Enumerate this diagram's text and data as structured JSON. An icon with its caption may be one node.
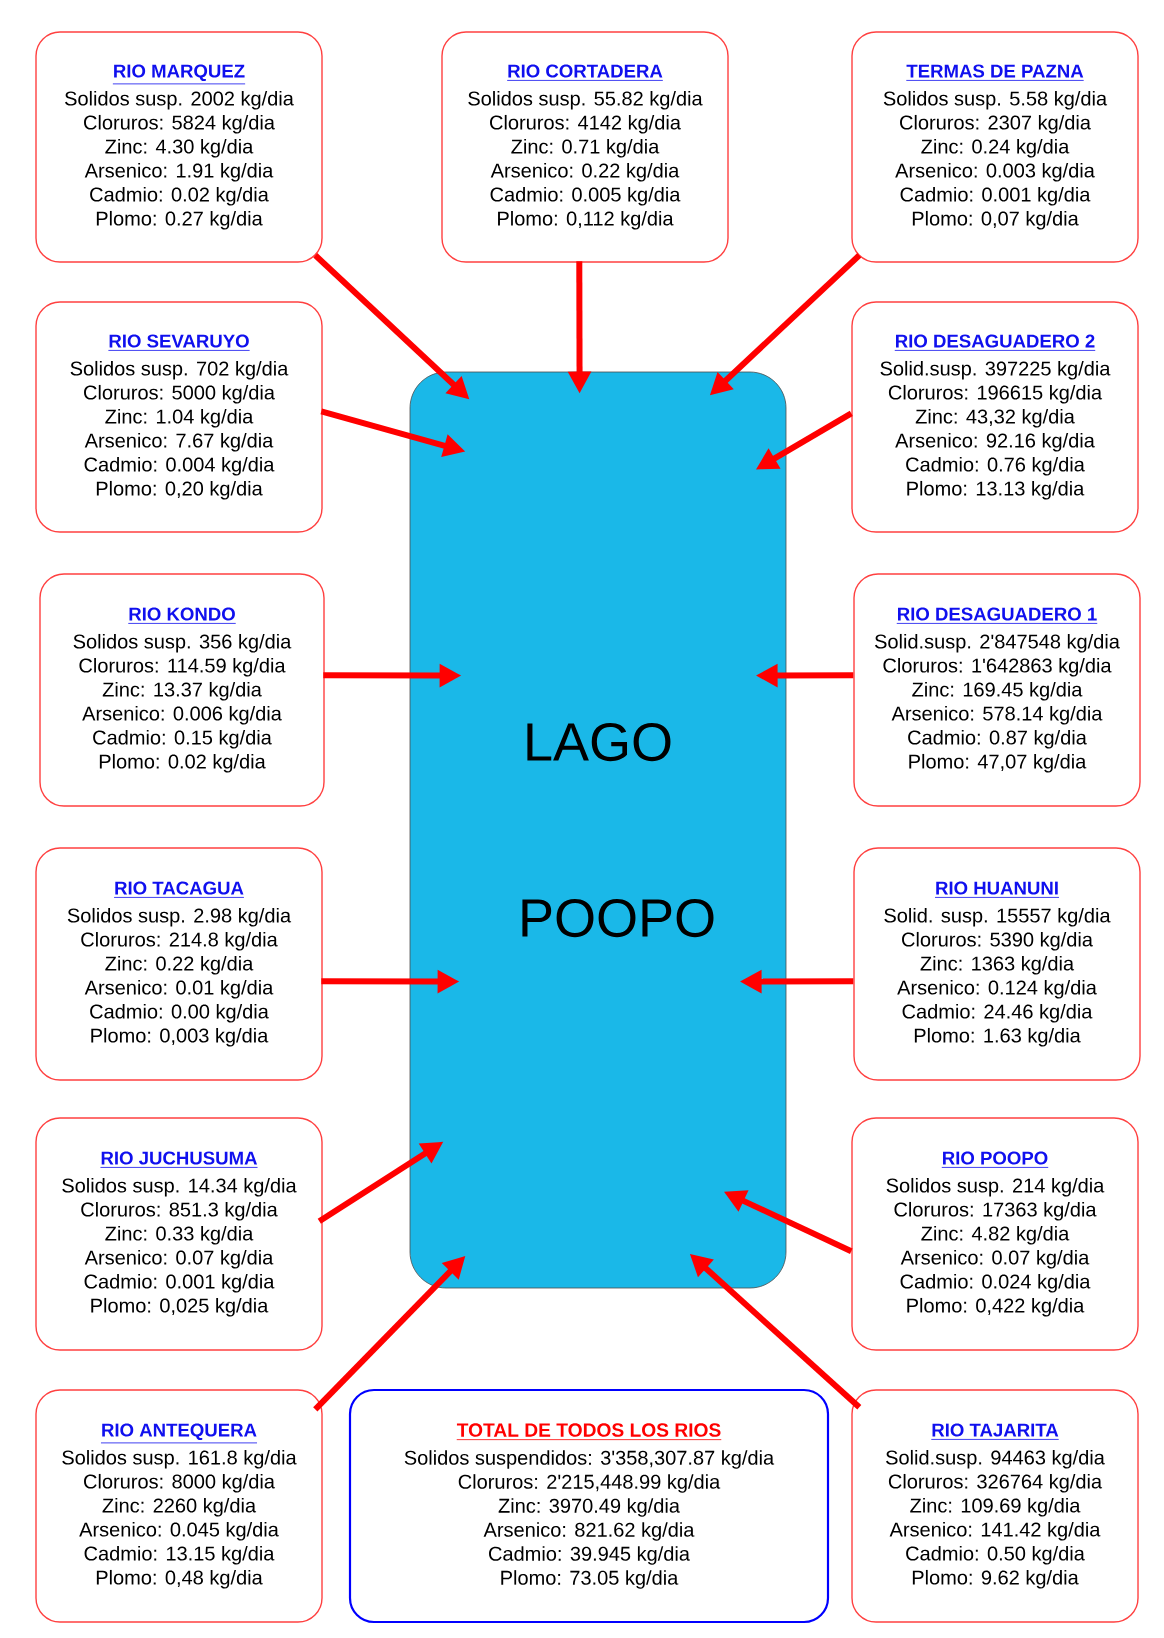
{
  "diagram": {
    "nodes": [
      {
        "text": [
          "RIO MARQUEZ",
          "Solidos susp. 2002 kg/dia",
          "Cloruros: 5824 kg/dia",
          "Zinc: 4.30 kg/dia",
          "Arsenico: 1.91 kg/dia",
          "Cadmio: 0.02 kg/dia",
          "Plomo: 0.27 kg/dia"
        ]
      },
      {
        "text": [
          "RIO CORTADERA",
          "Solidos susp. 55.82 kg/dia",
          "Cloruros: 4142 kg/dia",
          "Zinc: 0.71 kg/dia",
          "Arsenico: 0.22 kg/dia",
          "Cadmio: 0.005 kg/dia",
          "Plomo: 0,112 kg/dia"
        ]
      },
      {
        "text": [
          "TERMAS DE PAZNA",
          "Solidos susp. 5.58 kg/dia",
          "Cloruros: 2307 kg/dia",
          "Zinc: 0.24 kg/dia",
          "Arsenico: 0.003 kg/dia",
          "Cadmio: 0.001 kg/dia",
          "Plomo: 0,07 kg/dia"
        ]
      },
      {
        "text": [
          "RIO SEVARUYO",
          "Solidos susp. 702 kg/dia",
          "Cloruros: 5000 kg/dia",
          "Zinc: 1.04 kg/dia",
          "Arsenico: 7.67 kg/dia",
          "Cadmio: 0.004 kg/dia",
          "Plomo: 0,20 kg/dia"
        ]
      },
      {
        "text": [
          "LAGO POOPO"
        ]
      },
      {
        "text": [
          "RIO DESAGUADERO 2",
          "Solid.susp. 397225 kg/dia",
          "Cloruros: 196615 kg/dia",
          "Zinc: 43,32 kg/dia",
          "Arsenico: 92.16 kg/dia",
          "Cadmio: 0.76 kg/dia",
          "Plomo: 13.13 kg/dia"
        ]
      },
      {
        "text": [
          "RIO KONDO",
          "Solidos susp. 356 kg/dia",
          "Cloruros: 114.59 kg/dia",
          "Zinc: 13.37 kg/dia",
          "Arsenico: 0.006 kg/dia",
          "Cadmio: 0.15 kg/dia",
          "Plomo: 0.02 kg/dia"
        ]
      },
      {
        "text": [
          "RIO DESAGUADERO 1",
          "Solid.susp. 2'847548 kg/dia",
          "Cloruros: 1'642863 kg/dia",
          "Zinc: 169.45 kg/dia",
          "Arsenico: 578.14 kg/dia",
          "Cadmio: 0.87 kg/dia",
          "Plomo: 47,07 kg/dia"
        ]
      },
      {
        "text": [
          "RIO TACAGUA",
          "Solidos susp. 2.98 kg/dia",
          "Cloruros: 214.8 kg/dia",
          "Zinc: 0.22 kg/dia",
          "Arsenico: 0.01 kg/dia",
          "Cadmio: 0.00 kg/dia",
          "Plomo: 0,003 kg/dia"
        ]
      },
      {
        "text": [
          "RIO HUANUNI",
          "Solid. susp. 15557 kg/dia",
          "Cloruros: 5390 kg/dia",
          "Zinc: 1363 kg/dia",
          "Arsenico: 0.124 kg/dia",
          "Cadmio: 24.46 kg/dia",
          "Plomo: 1.63 kg/dia"
        ]
      },
      {
        "text": [
          "RIO JUCHUSUMA",
          "Solidos susp. 14.34 kg/dia",
          "Cloruros: 851.3 kg/dia",
          "Zinc: 0.33 kg/dia",
          "Arsenico: 0.07 kg/dia",
          "Cadmio: 0.001 kg/dia",
          "Plomo: 0,025 kg/dia"
        ]
      },
      {
        "text": [
          "RIO POOPO",
          "Solidos susp. 214 kg/dia",
          "Cloruros: 17363 kg/dia",
          "Zinc: 4.82 kg/dia",
          "Arsenico: 0.07 kg/dia",
          "Cadmio: 0.024 kg/dia",
          "Plomo: 0,422 kg/dia"
        ]
      },
      {
        "text": [
          "RIO ANTEQUERA",
          "Solidos susp. 161.8 kg/dia",
          "Cloruros: 8000 kg/dia",
          "Zinc: 2260 kg/dia",
          "Arsenico: 0.045 kg/dia",
          "Cadmio: 13.15 kg/dia",
          "Plomo: 0,48 kg/dia"
        ]
      },
      {
        "text": [
          "TOTAL DE TODOS LOS RIOS",
          "Solidos suspendidos: 3'358,307.87 kg/dia",
          "Cloruros: 2'215,448.99 kg/dia",
          "Zinc: 3970.49 kg/dia",
          "Arsenico: 821.62 kg/dia",
          "Cadmio: 39.945 kg/dia",
          "Plomo: 73.05 kg/dia"
        ]
      },
      {
        "text": [
          "RIO TAJARITA",
          "Solid.susp. 94463 kg/dia",
          "Cloruros: 326764 kg/dia",
          "Zinc: 109.69 kg/dia",
          "Arsenico: 141.42 kg/dia",
          "Cadmio: 0.50 kg/dia",
          "Plomo: 9.62 kg/dia"
        ]
      }
    ],
    "edges": [
      {
        "from": 0,
        "to": 4,
        "arrow": "to"
      },
      {
        "from": 1,
        "to": 4,
        "arrow": "to"
      },
      {
        "from": 2,
        "to": 4,
        "arrow": "to"
      },
      {
        "from": 3,
        "to": 4,
        "arrow": "to"
      },
      {
        "from": 5,
        "to": 4,
        "arrow": "to"
      },
      {
        "from": 6,
        "to": 4,
        "arrow": "to"
      },
      {
        "from": 7,
        "to": 4,
        "arrow": "to"
      },
      {
        "from": 8,
        "to": 4,
        "arrow": "to"
      },
      {
        "from": 9,
        "to": 4,
        "arrow": "to"
      },
      {
        "from": 10,
        "to": 4,
        "arrow": "to"
      },
      {
        "from": 11,
        "to": 4,
        "arrow": "to"
      },
      {
        "from": 12,
        "to": 4,
        "arrow": "to"
      },
      {
        "from": 14,
        "to": 4,
        "arrow": "to"
      }
    ]
  }
}
